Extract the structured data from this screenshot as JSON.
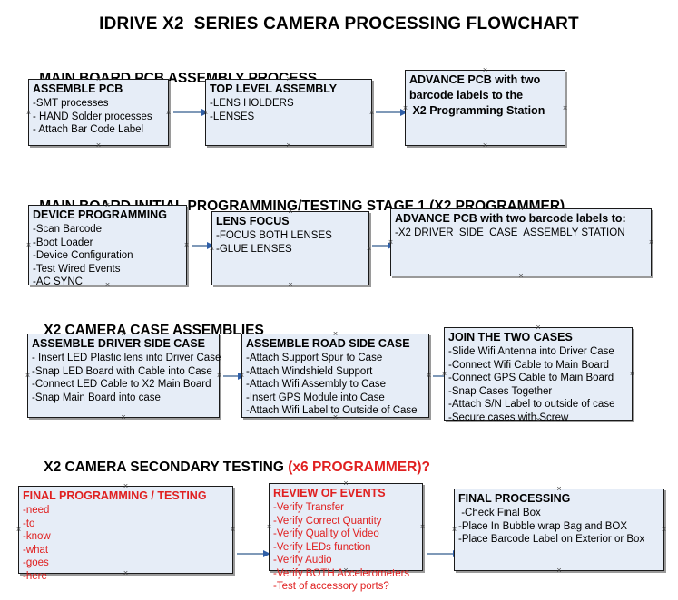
{
  "title": "IDRIVE X2  SERIES CAMERA PROCESSING FLOWCHART",
  "sections": [
    {
      "id": "main-board-pcb-assembly",
      "header": "MAIN BOARD PCB ASSEMBLY PROCESS",
      "header_accent": "",
      "boxes": [
        {
          "id": "assemble-pcb",
          "title": "ASSEMBLE PCB",
          "lines": [
            "-SMT processes",
            "- HAND Solder processes",
            "- Attach Bar Code Label"
          ]
        },
        {
          "id": "top-level-assembly",
          "title": "TOP LEVEL ASSEMBLY",
          "lines": [
            "-LENS HOLDERS",
            "-LENSES"
          ]
        },
        {
          "id": "advance-pcb-x2-programming-station",
          "title": "ADVANCE PCB with two",
          "lines": [
            "barcode labels to the",
            " X2 Programming Station"
          ]
        }
      ]
    },
    {
      "id": "main-board-initial-programming",
      "header": "MAIN BOARD INITIAL PROGRAMMING/TESTING STAGE 1 (X2 PROGRAMMER)",
      "header_accent": "",
      "boxes": [
        {
          "id": "device-programming",
          "title": "DEVICE PROGRAMMING",
          "lines": [
            "-Scan Barcode",
            "-Boot Loader",
            "-Device Configuration",
            "-Test Wired Events",
            "-AC SYNC"
          ]
        },
        {
          "id": "lens-focus",
          "title": "LENS FOCUS",
          "lines": [
            "-FOCUS BOTH LENSES",
            "-GLUE LENSES"
          ]
        },
        {
          "id": "advance-pcb-driver-side-case",
          "title": "ADVANCE PCB with two barcode labels to:",
          "lines": [
            "-X2 DRIVER  SIDE  CASE  ASSEMBLY STATION"
          ]
        }
      ]
    },
    {
      "id": "x2-camera-case-assemblies",
      "header": "X2 CAMERA CASE ASSEMBLIES",
      "header_accent": "",
      "boxes": [
        {
          "id": "assemble-driver-side-case",
          "title": "ASSEMBLE DRIVER SIDE CASE",
          "lines": [
            "- Insert LED Plastic lens into Driver Case",
            "-Snap LED Board with Cable into Case",
            "-Connect LED Cable to X2 Main Board",
            "-Snap Main Board into case"
          ]
        },
        {
          "id": "assemble-road-side-case",
          "title": "ASSEMBLE ROAD SIDE CASE",
          "lines": [
            "-Attach Support Spur to Case",
            "-Attach Windshield Support",
            "-Attach Wifi Assembly to Case",
            "-Insert GPS Module into Case",
            "-Attach Wifi Label to Outside of Case"
          ]
        },
        {
          "id": "join-the-two-cases",
          "title": "JOIN THE TWO CASES",
          "lines": [
            "-Slide Wifi Antenna into Driver Case",
            "-Connect Wifi Cable to Main Board",
            "-Connect GPS Cable to Main Board",
            "-Snap Cases Together",
            "-Attach S/N Label to outside of case",
            "-Secure cases with Screw"
          ]
        }
      ]
    },
    {
      "id": "x2-camera-secondary-testing",
      "header": "X2 CAMERA SECONDARY TESTING ",
      "header_accent": "(x6 PROGRAMMER)?",
      "boxes": [
        {
          "id": "final-programming-testing",
          "title": "FINAL PROGRAMMING / TESTING",
          "lines": [
            "-need",
            "-to",
            "-know",
            "-what",
            "-goes",
            "-here"
          ]
        },
        {
          "id": "review-of-events",
          "title": "REVIEW OF EVENTS",
          "lines": [
            "-Verify Transfer",
            "-Verify Correct Quantity",
            "-Verify Quality of Video",
            "-Verify LEDs function",
            "-Verify Audio",
            "-Verify BOTH Accelerometers",
            "-Test of accessory ports?"
          ]
        },
        {
          "id": "final-processing",
          "title": "FINAL PROCESSING",
          "lines": [
            " -Check Final Box",
            "-Place In Bubble wrap Bag and BOX",
            "-Place Barcode Label on Exterior or Box"
          ]
        }
      ]
    }
  ],
  "colors": {
    "box_fill": "#e6edf7",
    "box_border": "#1a1a1a",
    "box_shadow": "#9a9a9a",
    "connector_line": "#7f99b8",
    "connector_head": "#2f5fa8",
    "accent_red": "#e02020",
    "text": "#000000",
    "page_background": "#ffffff"
  }
}
